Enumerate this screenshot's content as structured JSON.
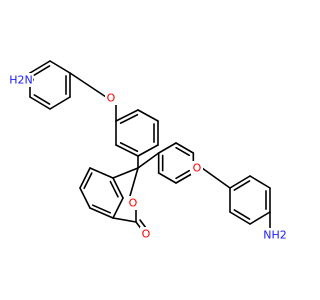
{
  "molecule": {
    "atom_labels": {
      "amine_top": {
        "text": "H2N",
        "color": "#1a1aff"
      },
      "ether_top": {
        "text": "O",
        "color": "#ff0000"
      },
      "ether_right": {
        "text": "O",
        "color": "#ff0000"
      },
      "lactone_ring_o": {
        "text": "O",
        "color": "#ff0000"
      },
      "carbonyl_o": {
        "text": "O",
        "color": "#ff0000"
      },
      "amine_bottom": {
        "text": "NH2",
        "color": "#1a1aff"
      }
    }
  }
}
